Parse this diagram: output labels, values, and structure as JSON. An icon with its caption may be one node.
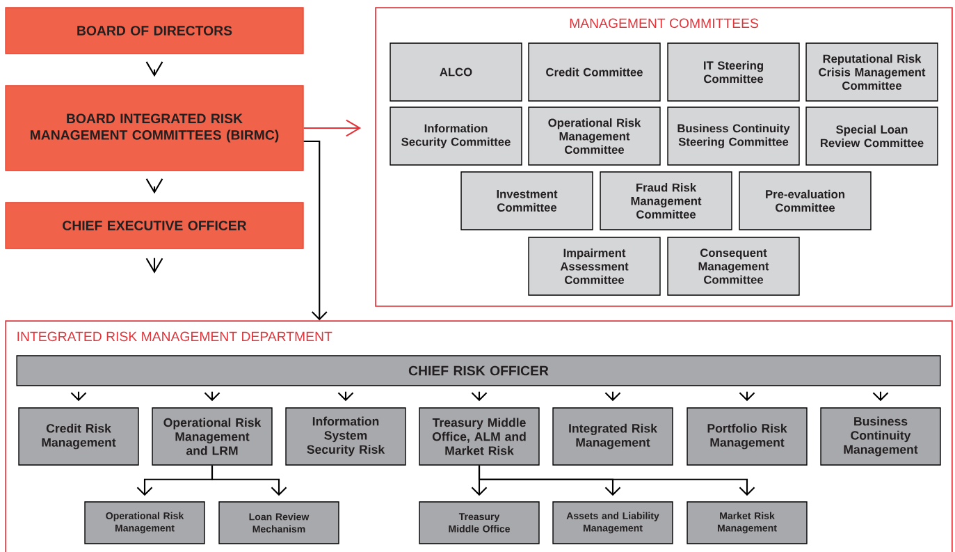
{
  "diagram": {
    "nodes": [
      {
        "text": [
          "BOARD OF DIRECTORS"
        ]
      },
      {
        "text": [
          "BOARD INTEGRATED RISK MANAGEMENT COMMITTEES (BIRMC)"
        ]
      },
      {
        "text": [
          "CHIEF EXECUTIVE OFFICER"
        ]
      },
      {
        "text": [
          "MANAGEMENT COMMITTEES"
        ]
      },
      {
        "text": [
          "ALCO"
        ],
        "in": 3
      },
      {
        "text": [
          "Credit Committee"
        ],
        "in": 3
      },
      {
        "text": [
          "IT Steering Committee"
        ],
        "in": 3
      },
      {
        "text": [
          "Reputational Risk Crisis Management Committee"
        ],
        "in": 3
      },
      {
        "text": [
          "Information Security Committee"
        ],
        "in": 3
      },
      {
        "text": [
          "Operational Risk Management Committee"
        ],
        "in": 3
      },
      {
        "text": [
          "Business Continuity Steering Committee"
        ],
        "in": 3
      },
      {
        "text": [
          "Special Loan Review Committee"
        ],
        "in": 3
      },
      {
        "text": [
          "Investment Committee"
        ],
        "in": 3
      },
      {
        "text": [
          "Fraud Risk Management Committee"
        ],
        "in": 3
      },
      {
        "text": [
          "Pre-evaluation Committee"
        ],
        "in": 3
      },
      {
        "text": [
          "Impairment Assessment Committee"
        ],
        "in": 3
      },
      {
        "text": [
          "Consequent Management Committee"
        ],
        "in": 3
      },
      {
        "text": [
          "INTEGRATED RISK MANAGEMENT DEPARTMENT"
        ]
      },
      {
        "text": [
          "CHIEF RISK OFFICER"
        ],
        "in": 17
      },
      {
        "text": [
          "Credit Risk Management"
        ],
        "in": 17
      },
      {
        "text": [
          "Operational Risk Management and LRM"
        ],
        "in": 17
      },
      {
        "text": [
          "Information System Security Risk"
        ],
        "in": 17
      },
      {
        "text": [
          "Treasury Middle Office, ALM and Market Risk"
        ],
        "in": 17
      },
      {
        "text": [
          "Integrated Risk Management"
        ],
        "in": 17
      },
      {
        "text": [
          "Portfolio Risk Management"
        ],
        "in": 17
      },
      {
        "text": [
          "Business Continuity Management"
        ],
        "in": 17
      },
      {
        "text": [
          "Operational Risk Management"
        ],
        "in": 17
      },
      {
        "text": [
          "Loan Review Mechanism"
        ],
        "in": 17
      },
      {
        "text": [
          "Treasury Middle Office"
        ],
        "in": 17
      },
      {
        "text": [
          "Assets and Liability Management"
        ],
        "in": 17
      },
      {
        "text": [
          "Market Risk Management"
        ],
        "in": 17
      }
    ],
    "edges": [
      {
        "from": 0,
        "to": 1,
        "arrow": "to"
      },
      {
        "from": 1,
        "to": 2,
        "arrow": "to"
      },
      {
        "from": 2,
        "to": null,
        "arrow": "to"
      },
      {
        "from": 1,
        "to": 3,
        "arrow": "to",
        "color": "#e4343a"
      },
      {
        "from": 1,
        "to": 17,
        "arrow": "to"
      },
      {
        "from": 18,
        "to": 19,
        "arrow": "to"
      },
      {
        "from": 18,
        "to": 20,
        "arrow": "to"
      },
      {
        "from": 18,
        "to": 21,
        "arrow": "to"
      },
      {
        "from": 18,
        "to": 22,
        "arrow": "to"
      },
      {
        "from": 18,
        "to": 23,
        "arrow": "to"
      },
      {
        "from": 18,
        "to": 24,
        "arrow": "to"
      },
      {
        "from": 18,
        "to": 25,
        "arrow": "to"
      },
      {
        "from": 20,
        "to": 26,
        "arrow": "to"
      },
      {
        "from": 20,
        "to": 27,
        "arrow": "to"
      },
      {
        "from": 22,
        "to": 28,
        "arrow": "to"
      },
      {
        "from": 22,
        "to": 29,
        "arrow": "to"
      },
      {
        "from": 22,
        "to": 30,
        "arrow": "to"
      }
    ]
  }
}
